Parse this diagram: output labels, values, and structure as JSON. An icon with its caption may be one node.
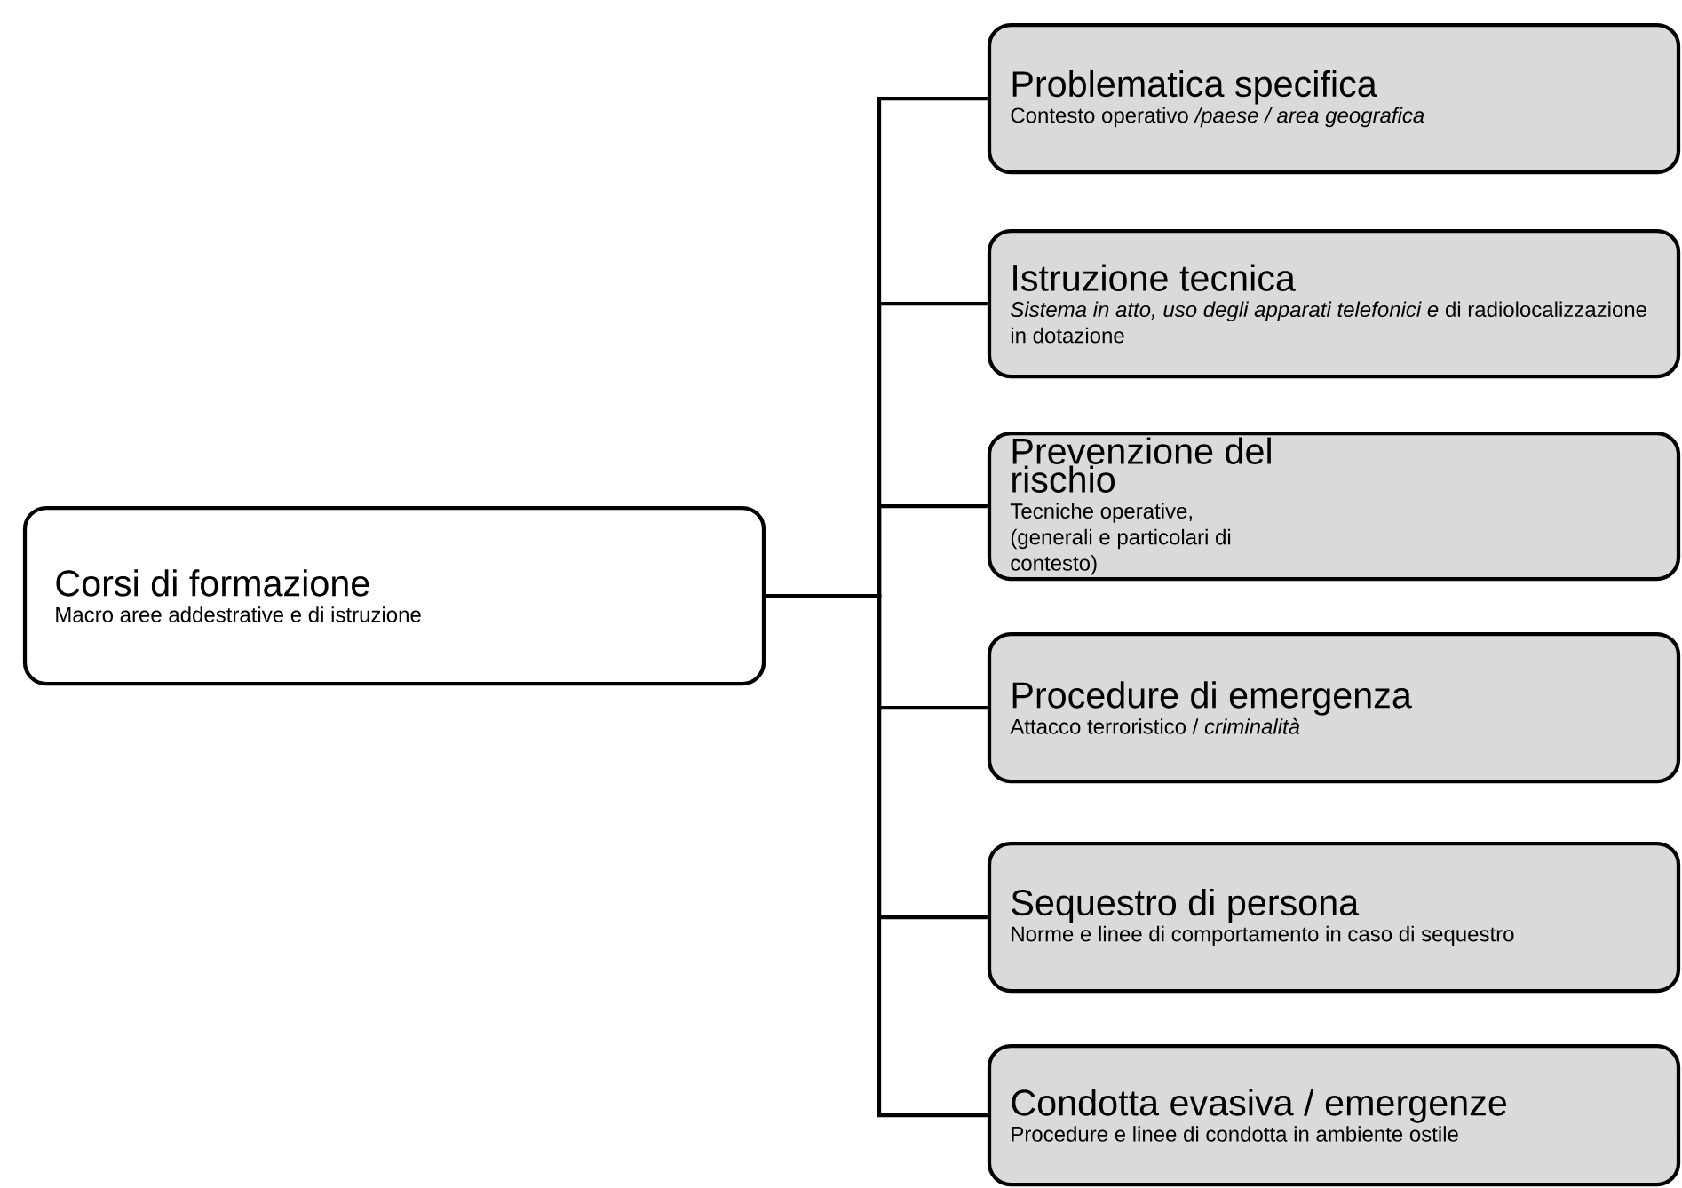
{
  "diagram": {
    "nodes": [
      {
        "text": [
          "Corsi di formazione",
          "Macro aree addestrative e di istruzione"
        ]
      },
      {
        "text": [
          "Problematica specifica",
          "Contesto operativo */paese / area geografica*"
        ]
      },
      {
        "text": [
          "Istruzione tecnica",
          "*Sistema in atto, uso degli apparati telefonici e* di radiolocalizzazione in dotazione"
        ]
      },
      {
        "text": [
          "Prevenzione del rischio",
          "Tecniche operative, (generali e particolari di contesto)"
        ]
      },
      {
        "text": [
          "Procedure di emergenza",
          "Attacco terroristico / *criminalità*"
        ]
      },
      {
        "text": [
          "Sequestro di persona",
          "Norme e linee di comportamento in caso di sequestro"
        ]
      },
      {
        "text": [
          "Condotta evasiva / emergenze",
          "Procedure e linee di condotta in ambiente ostile"
        ]
      }
    ],
    "edges": [
      {
        "from": 0,
        "to": 1,
        "arrow": "none"
      },
      {
        "from": 0,
        "to": 2,
        "arrow": "none"
      },
      {
        "from": 0,
        "to": 3,
        "arrow": "none"
      },
      {
        "from": 0,
        "to": 4,
        "arrow": "none"
      },
      {
        "from": 0,
        "to": 5,
        "arrow": "none"
      },
      {
        "from": 0,
        "to": 6,
        "arrow": "none"
      }
    ]
  }
}
